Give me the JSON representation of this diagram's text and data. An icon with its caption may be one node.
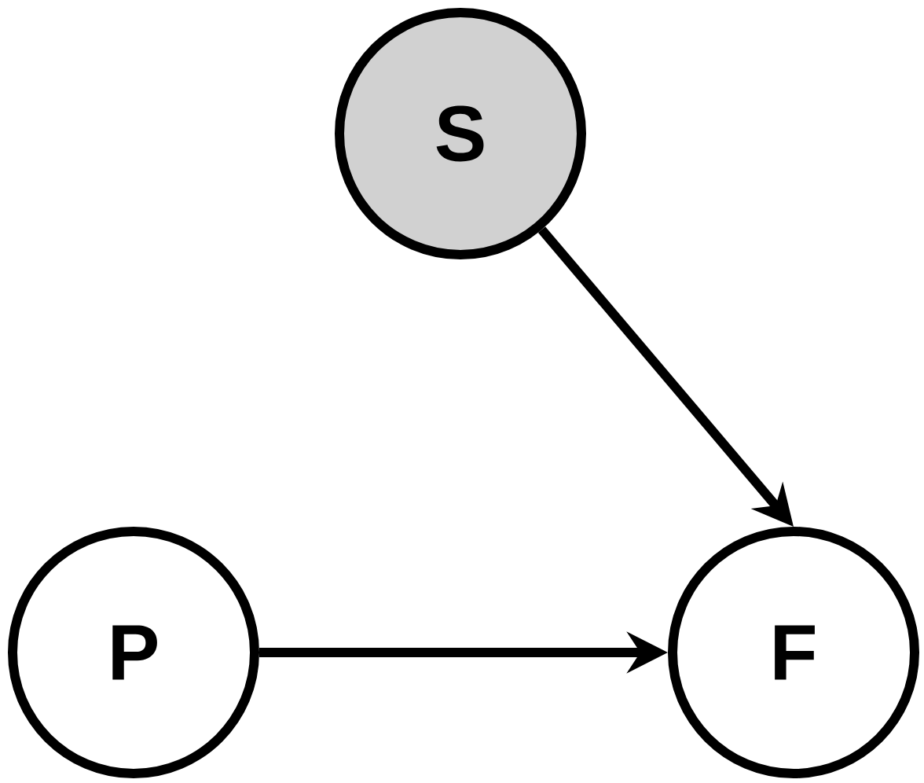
{
  "diagram": {
    "nodes": [
      {
        "text": [
          "S"
        ]
      },
      {
        "text": [
          "P"
        ]
      },
      {
        "text": [
          "F"
        ]
      }
    ],
    "edges": [
      {
        "from": 0,
        "to": 2,
        "arrow": "to"
      },
      {
        "from": 1,
        "to": 2,
        "arrow": "to"
      }
    ]
  }
}
